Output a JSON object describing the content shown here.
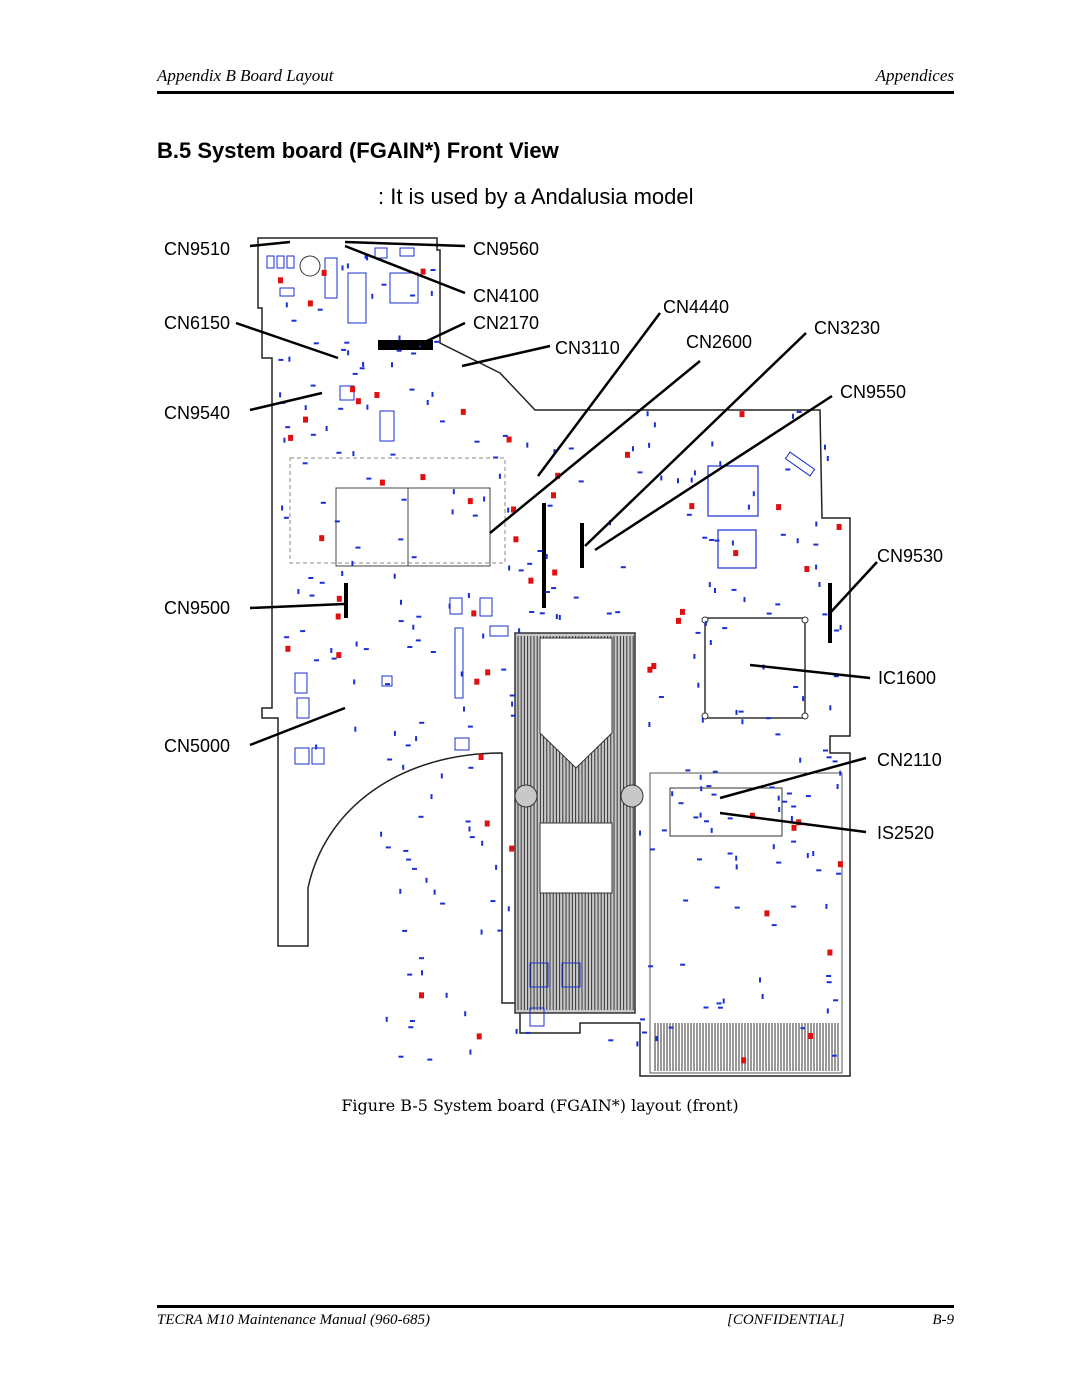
{
  "header": {
    "left": "Appendix B   Board Layout",
    "right": "Appendices"
  },
  "section_title": "B.5   System board (FGAIN*) Front View",
  "subtitle": ": It is used by a Andalusia model",
  "labels": {
    "cn9510": "CN9510",
    "cn9560": "CN9560",
    "cn4100": "CN4100",
    "cn6150": "CN6150",
    "cn2170": "CN2170",
    "cn4440": "CN4440",
    "cn3230": "CN3230",
    "cn3110": "CN3110",
    "cn2600": "CN2600",
    "cn9540": "CN9540",
    "cn9550": "CN9550",
    "cn9530": "CN9530",
    "cn9500": "CN9500",
    "ic1600": "IC1600",
    "cn5000": "CN5000",
    "cn2110": "CN2110",
    "is2520": "IS2520"
  },
  "caption": "Figure B-5 System board (FGAIN*)  layout (front)",
  "footer": {
    "left": "TECRA M10 Maintenance Manual (960-685)",
    "middle": "[CONFIDENTIAL]",
    "right": "B-9"
  },
  "colors": {
    "trace": "#1a2fd6",
    "marker": "#e01010",
    "outline": "#202020"
  }
}
